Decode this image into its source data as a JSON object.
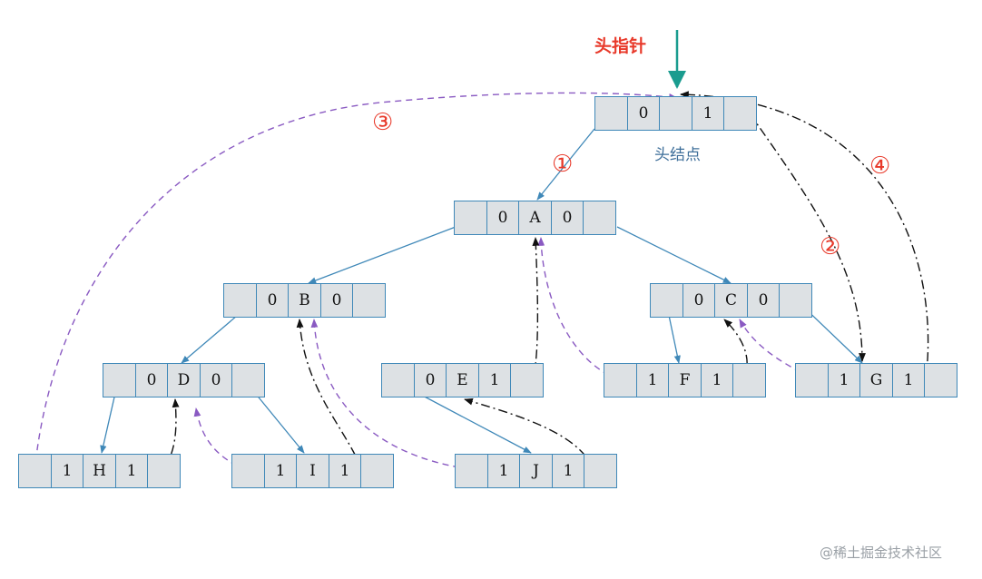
{
  "labels": {
    "head_pointer": "头指针",
    "head_node": "头结点",
    "watermark": "@稀土掘金技术社区",
    "step1": "①",
    "step2": "②",
    "step3": "③",
    "step4": "④"
  },
  "nodes": {
    "head": [
      "",
      "0",
      "",
      "1",
      ""
    ],
    "a": [
      "",
      "0",
      "A",
      "0",
      ""
    ],
    "b": [
      "",
      "0",
      "B",
      "0",
      ""
    ],
    "c": [
      "",
      "0",
      "C",
      "0",
      ""
    ],
    "d": [
      "",
      "0",
      "D",
      "0",
      ""
    ],
    "e": [
      "",
      "0",
      "E",
      "1",
      ""
    ],
    "f": [
      "",
      "1",
      "F",
      "1",
      ""
    ],
    "g": [
      "",
      "1",
      "G",
      "1",
      ""
    ],
    "h": [
      "",
      "1",
      "H",
      "1",
      ""
    ],
    "i": [
      "",
      "1",
      "I",
      "1",
      ""
    ],
    "j": [
      "",
      "1",
      "J",
      "1",
      ""
    ]
  },
  "colors": {
    "cell_fill": "#dde1e4",
    "cell_border": "#3f88b8",
    "child_link": "#3f88b8",
    "thread_purple": "#8a5ac2",
    "thread_black": "#111111",
    "head_arrow": "#1a9c8f",
    "step_number": "#e8392a"
  }
}
